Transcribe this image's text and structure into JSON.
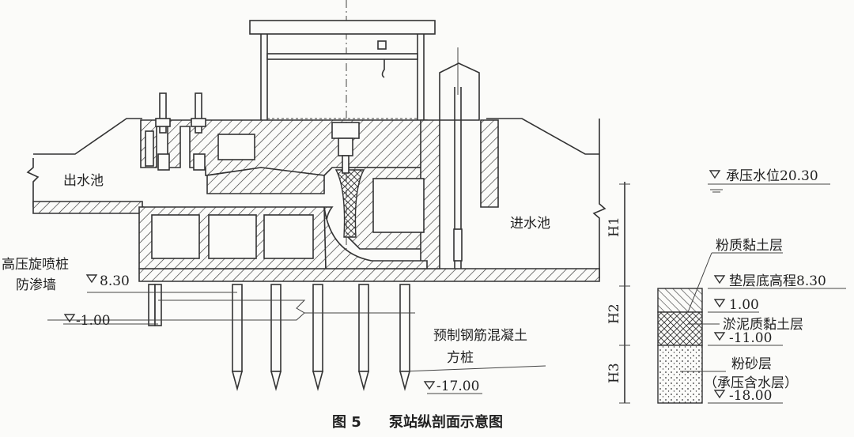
{
  "labels": {
    "outlet_pool": "出水池",
    "inlet_pool": "进水池",
    "jet_grout_line1": "高压旋喷桩",
    "jet_grout_line2": "防渗墙",
    "elev_830": "8.30",
    "elev_m100": "-1.00",
    "precast_pile_line1": "预制钢筋混凝土",
    "precast_pile_line2": "方桩",
    "elev_m1700": "-17.00",
    "confined_water_level": "承压水位20.30",
    "silty_clay": "粉质黏土层",
    "cushion_bottom": "垫层底高程8.30",
    "elev_100": "1.00",
    "muddy_clay": "淤泥质黏土层",
    "elev_m1100": "-11.00",
    "silt_sand": "粉砂层",
    "aquifer": "（承压含水层）",
    "elev_m1800": "-18.00",
    "h1": "H1",
    "h2": "H2",
    "h3": "H3"
  },
  "caption": {
    "figure_no": "图 5",
    "title": "泵站纵剖面示意图"
  }
}
